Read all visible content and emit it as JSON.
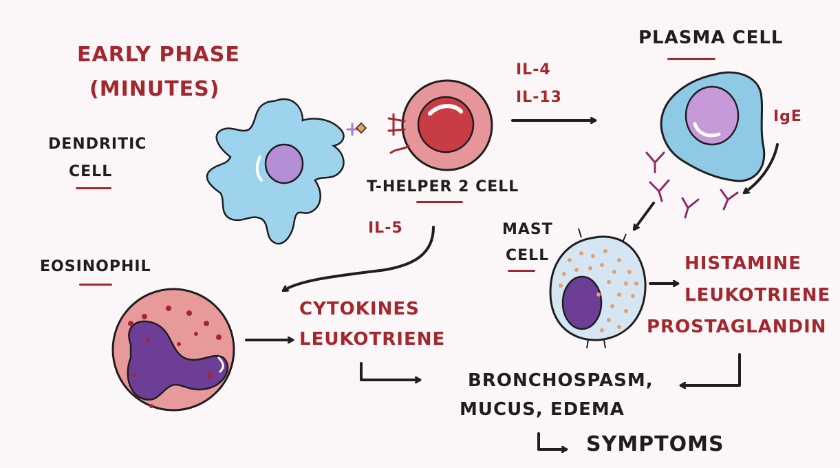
{
  "diagram": {
    "title_line1": "Early Phase",
    "title_line2": "(Minutes)",
    "labels": {
      "dendritic_cell_line1": "Dendritic",
      "dendritic_cell_line2": "Cell",
      "th2_cell": "T-Helper 2 Cell",
      "plasma_cell": "Plasma Cell",
      "mast_cell_line1": "Mast",
      "mast_cell_line2": "Cell",
      "eosinophil": "Eosinophil",
      "il4": "IL-4",
      "il13": "IL-13",
      "il5": "IL-5",
      "ige": "IgE",
      "cytokines": "Cytokines",
      "leukotriene_eos": "Leukotriene",
      "histamine": "Histamine",
      "leukotriene_mast": "Leukotriene",
      "prostaglandin": "Prostaglandin",
      "bronchospasm": "Bronchospasm,",
      "mucus_edema": "Mucus, Edema",
      "symptoms": "Symptoms"
    },
    "colors": {
      "accent_red": "#a3272d",
      "ink": "#1f1d1e",
      "dendritic_cytoplasm": "#9dd3ec",
      "nucleus_purple": "#b48fd6",
      "th2_outer": "#e6969a",
      "th2_nucleus": "#c83d45",
      "plasma_cytoplasm": "#8ec9e6",
      "mast_cytoplasm": "#d5e6f2",
      "mast_nucleus": "#6c3e95",
      "eos_cytoplasm": "#e89a9a",
      "eos_nucleus": "#6c3e95"
    }
  }
}
